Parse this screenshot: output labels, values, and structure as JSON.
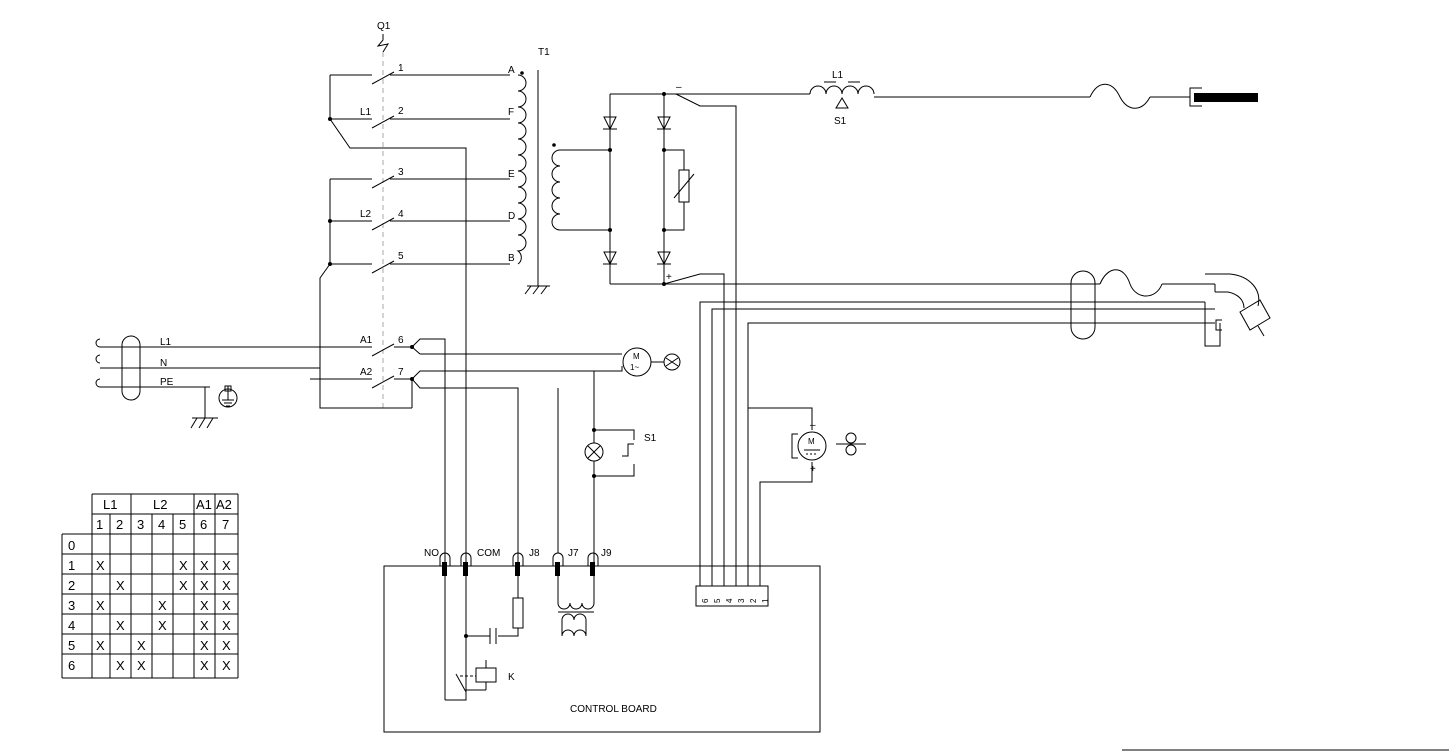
{
  "diagram": {
    "labels": {
      "q1": "Q1",
      "t1": "T1",
      "sw1": "1",
      "sw2": "2",
      "sw3": "3",
      "sw4": "4",
      "sw5": "5",
      "sw6": "6",
      "sw7": "7",
      "l1_left": "L1",
      "l2_left": "L2",
      "tapA": "A",
      "tapF": "F",
      "tapE": "E",
      "tapD": "D",
      "tapB": "B",
      "minus_top": "–",
      "plus_bottom": "+",
      "choke": "L1",
      "choke_switch": "S1",
      "mains_l1": "L1",
      "mains_n": "N",
      "mains_pe": "PE",
      "a1": "A1",
      "a2": "A2",
      "fan_m": "M",
      "fan_phase": "1~",
      "lamp_switch": "S1",
      "motor_m": "M",
      "motor_minus": "–",
      "motor_plus": "+",
      "relay": "K",
      "no": "NO",
      "com": "COM",
      "j8": "J8",
      "j7": "J7",
      "j9": "J9",
      "board": "CONTROL BOARD",
      "conn_pins": "654321"
    },
    "table": {
      "group_headers": [
        "L1",
        "L2",
        "A1",
        "A2"
      ],
      "columns": [
        "1",
        "2",
        "3",
        "4",
        "5",
        "6",
        "7"
      ],
      "rows": [
        {
          "pos": "0",
          "cells": [
            "",
            "",
            "",
            "",
            "",
            "",
            ""
          ]
        },
        {
          "pos": "1",
          "cells": [
            "X",
            "",
            "",
            "",
            "X",
            "X",
            "X"
          ]
        },
        {
          "pos": "2",
          "cells": [
            "",
            "X",
            "",
            "",
            "X",
            "X",
            "X"
          ]
        },
        {
          "pos": "3",
          "cells": [
            "X",
            "",
            "",
            "X",
            "",
            "X",
            "X"
          ]
        },
        {
          "pos": "4",
          "cells": [
            "",
            "X",
            "",
            "X",
            "",
            "X",
            "X"
          ]
        },
        {
          "pos": "5",
          "cells": [
            "X",
            "",
            "X",
            "",
            "",
            "X",
            "X"
          ]
        },
        {
          "pos": "6",
          "cells": [
            "",
            "X",
            "X",
            "",
            "",
            "X",
            "X"
          ]
        }
      ]
    }
  }
}
